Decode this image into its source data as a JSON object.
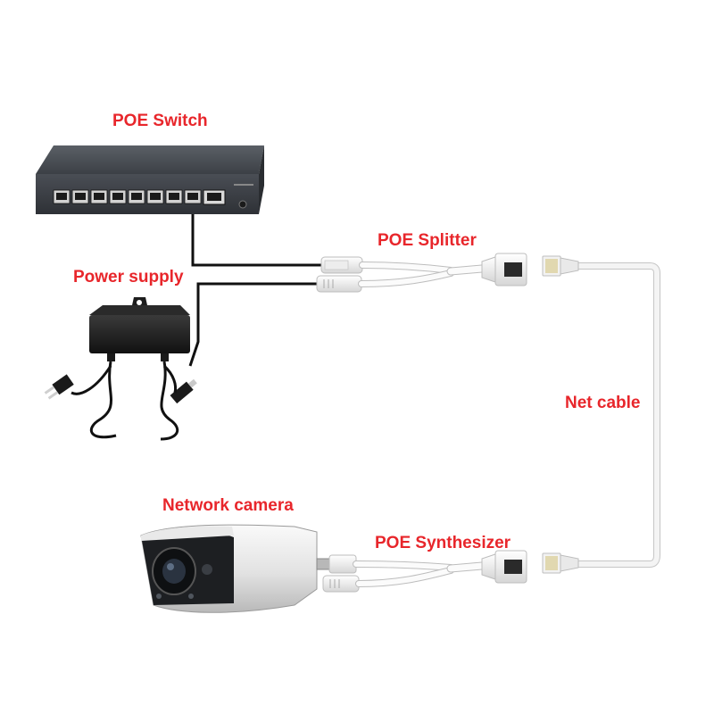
{
  "colors": {
    "label": "#e8262b",
    "switch_body": "#3e4248",
    "cable_black": "#111111",
    "cable_white": "#f2f2f2",
    "cable_outline": "#bdbdbd"
  },
  "labels": {
    "poe_switch": "POE Switch",
    "power_supply": "Power supply",
    "poe_splitter": "POE Splitter",
    "net_cable": "Net cable",
    "network_camera": "Network camera",
    "poe_synthesizer": "POE Synthesizer"
  },
  "devices": {
    "switch": {
      "icon": "poe-switch-icon",
      "port_count": 8,
      "uplink_ports": 1
    },
    "power_supply": {
      "icon": "power-adapter-icon"
    },
    "splitter": {
      "icon": "poe-splitter-icon"
    },
    "synthesizer": {
      "icon": "poe-synthesizer-icon"
    },
    "camera": {
      "icon": "bullet-camera-icon"
    },
    "net_cable": {
      "icon": "rj45-cable-icon"
    }
  }
}
